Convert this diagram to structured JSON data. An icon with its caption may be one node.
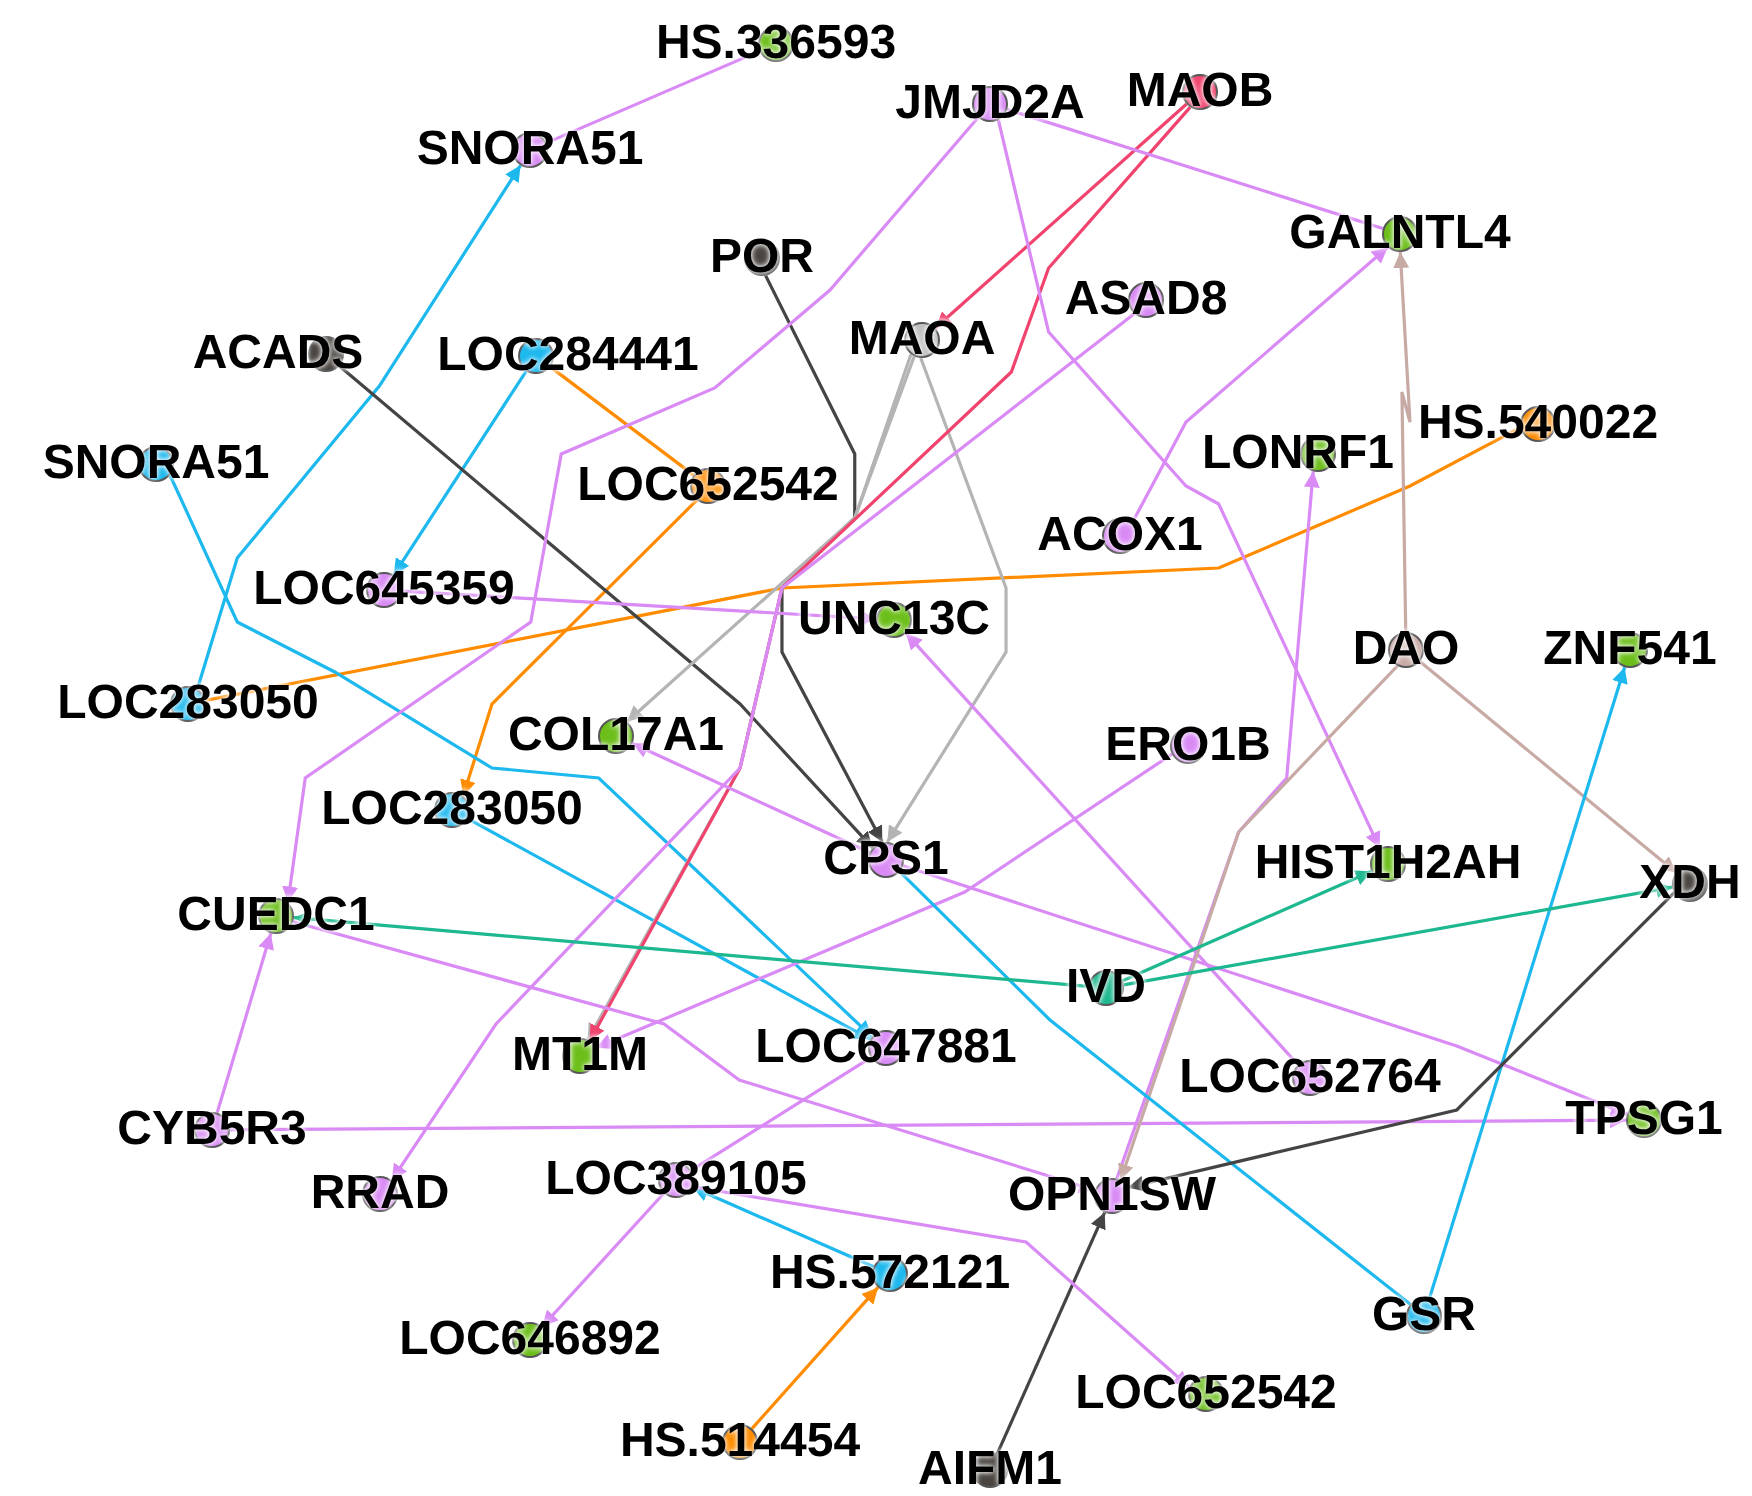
{
  "diagram": {
    "nodes": [
      {
        "text": [
          "HS.336593"
        ]
      },
      {
        "text": [
          "JMJD2A"
        ]
      },
      {
        "text": [
          "MAOB"
        ]
      },
      {
        "text": [
          "SNORA51"
        ]
      },
      {
        "text": [
          "POR"
        ]
      },
      {
        "text": [
          "GALNTL4"
        ]
      },
      {
        "text": [
          "MAOA"
        ]
      },
      {
        "text": [
          "ASAD8"
        ]
      },
      {
        "text": [
          "ACADS"
        ]
      },
      {
        "text": [
          "LOC284441"
        ]
      },
      {
        "text": [
          "HS.540022"
        ]
      },
      {
        "text": [
          "SNORA51"
        ]
      },
      {
        "text": [
          "LOC652542"
        ]
      },
      {
        "text": [
          "LONRF1"
        ]
      },
      {
        "text": [
          "ACOX1"
        ]
      },
      {
        "text": [
          "LOC645359"
        ]
      },
      {
        "text": [
          "UNC13C"
        ]
      },
      {
        "text": [
          "DAO"
        ]
      },
      {
        "text": [
          "ZNF541"
        ]
      },
      {
        "text": [
          "LOC283050"
        ]
      },
      {
        "text": [
          "COL17A1"
        ]
      },
      {
        "text": [
          "ERO1B"
        ]
      },
      {
        "text": [
          "LOC283050"
        ]
      },
      {
        "text": [
          "CPS1"
        ]
      },
      {
        "text": [
          "HIST1H2AH"
        ]
      },
      {
        "text": [
          "XDH"
        ]
      },
      {
        "text": [
          "CUEDC1"
        ]
      },
      {
        "text": [
          "IVD"
        ]
      },
      {
        "text": [
          "MT1M"
        ]
      },
      {
        "text": [
          "LOC647881"
        ]
      },
      {
        "text": [
          "LOC652764"
        ]
      },
      {
        "text": [
          "CYB5R3"
        ]
      },
      {
        "text": [
          "TPSG1"
        ]
      },
      {
        "text": [
          "RRAD"
        ]
      },
      {
        "text": [
          "LOC389105"
        ]
      },
      {
        "text": [
          "OPN1SW"
        ]
      },
      {
        "text": [
          "HS.572121"
        ]
      },
      {
        "text": [
          "GSR"
        ]
      },
      {
        "text": [
          "LOC646892"
        ]
      },
      {
        "text": [
          "LOC652542"
        ]
      },
      {
        "text": [
          "HS.514454"
        ]
      },
      {
        "text": [
          "AIFM1"
        ]
      }
    ],
    "edges": [
      {
        "from": 3,
        "to": 0,
        "arrow": "none"
      },
      {
        "from": 19,
        "to": 3,
        "arrow": "to",
        "color": "#1cb8ee"
      },
      {
        "from": 9,
        "to": 15,
        "arrow": "to",
        "color": "#1cb8ee"
      },
      {
        "from": 9,
        "to": 12,
        "arrow": "none",
        "color": "#ff8c00"
      },
      {
        "from": 12,
        "to": 22,
        "arrow": "to",
        "color": "#ff8c00"
      },
      {
        "from": 19,
        "to": 10,
        "arrow": "none",
        "color": "#ff8c00"
      },
      {
        "from": 11,
        "to": 29,
        "arrow": "to",
        "color": "#1cb8ee"
      },
      {
        "from": 22,
        "to": 29,
        "arrow": "to",
        "color": "#1cb8ee"
      },
      {
        "from": 8,
        "to": 23,
        "arrow": "to",
        "color": "#444444"
      },
      {
        "from": 4,
        "to": 23,
        "arrow": "to",
        "color": "#444444"
      },
      {
        "from": 6,
        "to": 23,
        "arrow": "to",
        "color": "#b4b4b4"
      },
      {
        "from": 6,
        "to": 20,
        "arrow": "to",
        "color": "#b4b4b4"
      },
      {
        "from": 6,
        "to": 28,
        "arrow": "to",
        "color": "#b4b4b4"
      },
      {
        "from": 2,
        "to": 6,
        "arrow": "to",
        "color": "#f0436e"
      },
      {
        "from": 2,
        "to": 28,
        "arrow": "to",
        "color": "#f0436e"
      },
      {
        "from": 1,
        "to": 5,
        "arrow": "none"
      },
      {
        "from": 1,
        "to": 26,
        "arrow": "to"
      },
      {
        "from": 1,
        "to": 24,
        "arrow": "to"
      },
      {
        "from": 7,
        "to": 33,
        "arrow": "to"
      },
      {
        "from": 14,
        "to": 5,
        "arrow": "to"
      },
      {
        "from": 15,
        "to": 16,
        "arrow": "to"
      },
      {
        "from": 21,
        "to": 28,
        "arrow": "to"
      },
      {
        "from": 30,
        "to": 16,
        "arrow": "to"
      },
      {
        "from": 23,
        "to": 32,
        "arrow": "to"
      },
      {
        "from": 31,
        "to": 32,
        "arrow": "to"
      },
      {
        "from": 31,
        "to": 26,
        "arrow": "to"
      },
      {
        "from": 26,
        "to": 35,
        "arrow": "to"
      },
      {
        "from": 35,
        "to": 13,
        "arrow": "to"
      },
      {
        "from": 17,
        "to": 5,
        "arrow": "to",
        "color": "#c8aaa5"
      },
      {
        "from": 17,
        "to": 25,
        "arrow": "to",
        "color": "#c8aaa5"
      },
      {
        "from": 17,
        "to": 35,
        "arrow": "to",
        "color": "#c8aaa5"
      },
      {
        "from": 37,
        "to": 18,
        "arrow": "to",
        "color": "#1cb8ee"
      },
      {
        "from": 23,
        "to": 37,
        "arrow": "none",
        "color": "#1cb8ee"
      },
      {
        "from": 27,
        "to": 26,
        "arrow": "to",
        "color": "#1db88f"
      },
      {
        "from": 27,
        "to": 24,
        "arrow": "to",
        "color": "#1db88f"
      },
      {
        "from": 27,
        "to": 25,
        "arrow": "to",
        "color": "#1db88f"
      },
      {
        "from": 41,
        "to": 35,
        "arrow": "to",
        "color": "#444444"
      },
      {
        "from": 25,
        "to": 35,
        "arrow": "to",
        "color": "#444444"
      },
      {
        "from": 34,
        "to": 38,
        "arrow": "to"
      },
      {
        "from": 34,
        "to": 29,
        "arrow": "none"
      },
      {
        "from": 36,
        "to": 34,
        "arrow": "to",
        "color": "#1cb8ee"
      },
      {
        "from": 34,
        "to": 39,
        "arrow": "to"
      },
      {
        "from": 40,
        "to": 36,
        "arrow": "to",
        "color": "#ff8c00"
      },
      {
        "from": 23,
        "to": 20,
        "arrow": "to"
      }
    ]
  }
}
